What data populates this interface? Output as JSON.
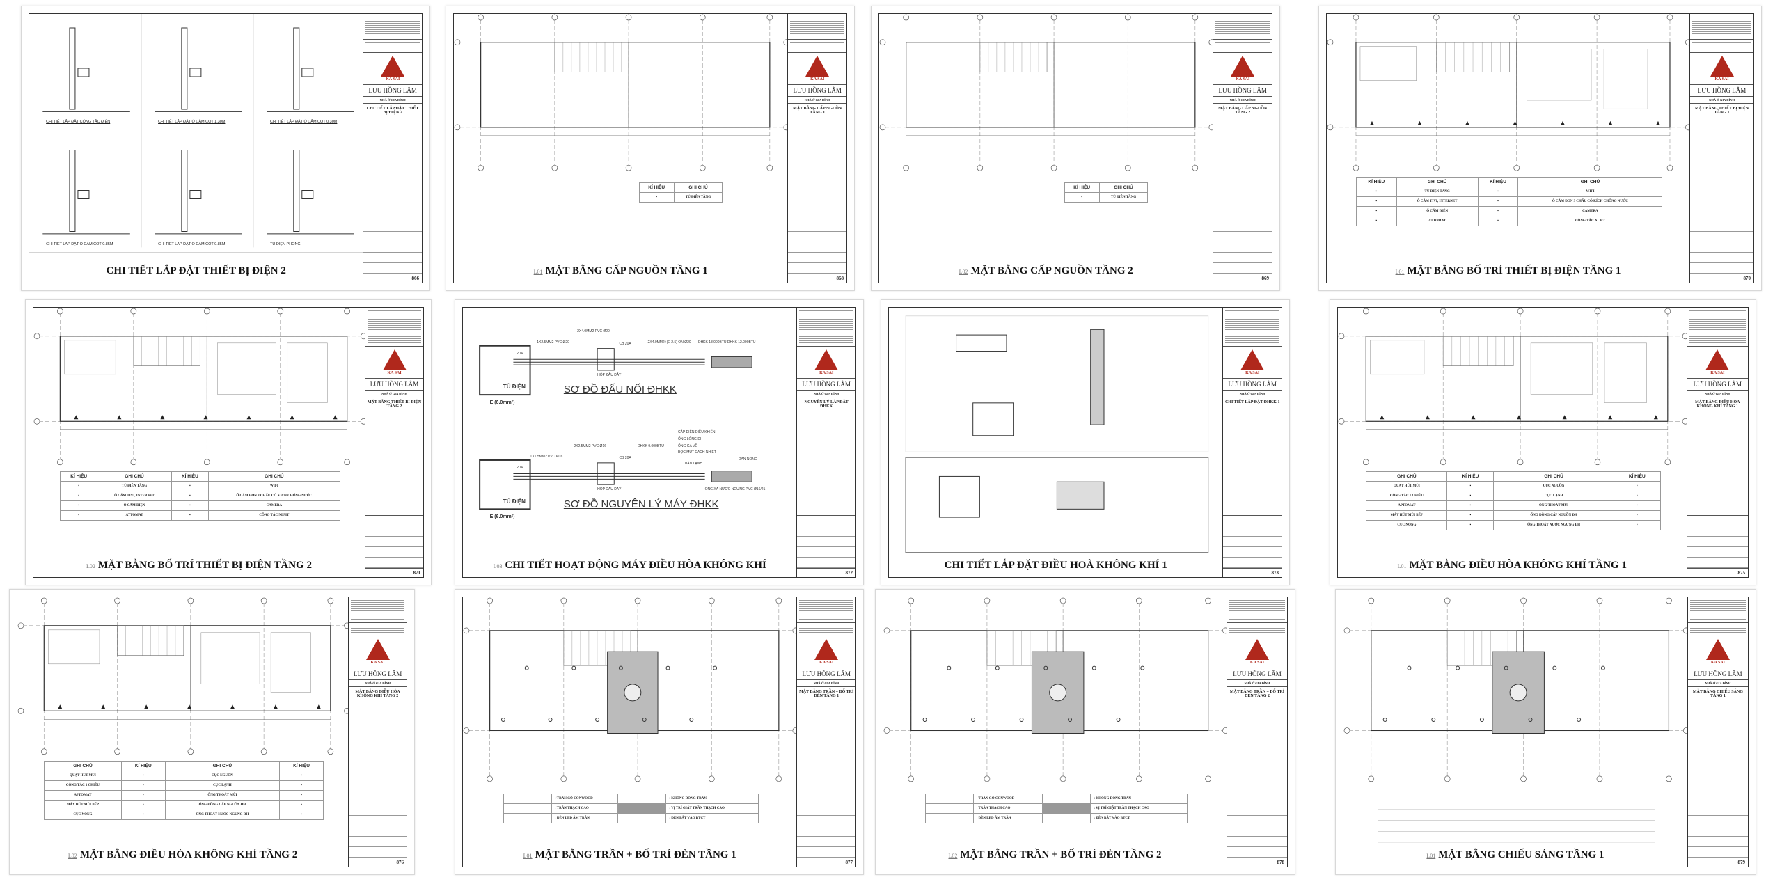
{
  "title_block": {
    "logo": "KA SAI",
    "designer": "LƯU HỒNG LÂM",
    "project": "NHÀ Ở GIA ĐÌNH"
  },
  "sheets": [
    {
      "title": "CHI TIẾT LẮP ĐẶT THIẾT BỊ ĐIỆN 2",
      "tb_title": "CHI TIẾT LẮP ĐẶT THIẾT BỊ ĐIỆN 2",
      "number": "866",
      "kind": "details",
      "ref": "",
      "captions": [
        "CHI TIẾT LẮP ĐẶT CÔNG TẮC ĐIỆN",
        "CHI TIẾT LẮP ĐẶT Ổ CẮM COT 1.30M",
        "CHI TIẾT LẮP ĐẶT Ổ CẮM COT 0.30M",
        "CHI TIẾT LẮP ĐẶT Ổ CẮM COT 0.85M",
        "CHI TIẾT LẮP ĐẶT Ổ CẮM COT 0.85M",
        "TỦ ĐIỆN PHÒNG"
      ]
    },
    {
      "title": "MẶT BẰNG CẤP NGUỒN TẦNG 1",
      "tb_title": "MẶT BẰNG CẤP NGUỒN TẦNG 1",
      "number": "868",
      "kind": "plan",
      "ref": "L01",
      "legend": {
        "headers": [
          "KÍ HIỆU",
          "GHI CHÚ"
        ],
        "rows": [
          [
            "TỦ ĐIỆN TẦNG"
          ]
        ]
      }
    },
    {
      "title": "MẶT BẰNG CẤP NGUỒN TẦNG  2",
      "tb_title": "MẶT BẰNG CẤP NGUỒN TẦNG 2",
      "number": "869",
      "kind": "plan",
      "ref": "L02",
      "legend": {
        "headers": [
          "KÍ HIỆU",
          "GHI CHÚ"
        ],
        "rows": [
          [
            "TỦ ĐIỆN TẦNG"
          ]
        ]
      }
    },
    {
      "title": "MẶT BẰNG BỐ TRÍ THIẾT BỊ ĐIỆN TẦNG 1",
      "tb_title": "MẶT BẰNG THIẾT BỊ ĐIỆN TẦNG 1",
      "number": "870",
      "kind": "plan",
      "ref": "L01",
      "legend": {
        "headers": [
          "KÍ HIỆU",
          "GHI CHÚ",
          "KÍ HIỆU",
          "GHI CHÚ"
        ],
        "rows": [
          [
            "TỦ ĐIỆN TẦNG",
            "WIFI"
          ],
          [
            "Ổ CẮM TIVI, INTERNET",
            "Ổ CẮM ĐƠN 3 CHẤU CÓ KÍCH CHỐNG NƯỚC"
          ],
          [
            "Ổ CẮM ĐIỆN",
            "CAMERA"
          ],
          [
            "ATTOMAT",
            "CÔNG TẮC NLMT"
          ]
        ]
      }
    },
    {
      "title": "MẶT BẰNG BỐ TRÍ THIẾT BỊ ĐIỆN TẦNG 2",
      "tb_title": "MẶT BẰNG THIẾT BỊ ĐIỆN TẦNG 2",
      "number": "871",
      "kind": "plan",
      "ref": "L02",
      "legend": {
        "headers": [
          "KÍ HIỆU",
          "GHI CHÚ",
          "KÍ HIỆU",
          "GHI CHÚ"
        ],
        "rows": [
          [
            "TỦ ĐIỆN TẦNG",
            "WIFI"
          ],
          [
            "Ổ CẮM TIVI, INTERNET",
            "Ổ CẮM ĐƠN 3 CHẤU CÓ KÍCH CHỐNG NƯỚC"
          ],
          [
            "Ổ CẮM ĐIỆN",
            "CAMERA"
          ],
          [
            "ATTOMAT",
            "CÔNG TẮC NLMT"
          ]
        ]
      }
    },
    {
      "title": "CHI TIẾT HOẠT ĐỘNG MÁY ĐIỀU HÒA KHÔNG KHÍ",
      "tb_title": "NGUYÊN LÝ LẮP ĐẶT ĐHKK",
      "number": "872",
      "kind": "ac-diagram",
      "ref": "L03",
      "diagram": {
        "top_title": "SƠ ĐỒ ĐẤU NỐI ĐHKK",
        "bottom_title": "SƠ ĐỒ NGUYÊN LÝ MÁY ĐHKK",
        "panel": "TỦ ĐIỆN",
        "ground": "E (6.0mm²)",
        "breaker": "20A",
        "junction": "HỘP ĐẤU DÂY",
        "cb": "CB 20A",
        "top_labels": [
          "1X2.5MM2 PVC Ø20",
          "2X4.0MM2 PVC Ø20",
          "2X4.0MM2+(E-2.5) ON Ø20",
          "ĐHKK 18.000BTU ĐHKK 12.000BTU"
        ],
        "bottom_labels": [
          "1X1.5MM2 PVC Ø16",
          "2X2.5MM2 PVC Ø16",
          "ĐHKK 9.000BTU",
          "DÀN LẠNH",
          "CÁP ĐIỆN ĐIỀU KHIỂN",
          "ỐNG LỎNG ĐI",
          "ỐNG GA VỀ",
          "BỌC MÚT CÁCH NHIỆT",
          "DÀN NÓNG",
          "ỐNG XẢ NƯỚC NGƯNG PVC Ø16/21"
        ]
      }
    },
    {
      "title": "CHI TIẾT LẮP ĐẶT ĐIỀU HOÀ KHÔNG KHÍ 1",
      "tb_title": "CHI TIẾT LẮP ĐẶT ĐHKK 1",
      "number": "873",
      "kind": "ac-detail",
      "ref": ""
    },
    {
      "title": "MẶT BẰNG ĐIỀU HÒA KHÔNG KHÍ TẦNG 1",
      "tb_title": "MẶT BẰNG ĐIỀU HÒA KHÔNG KHÍ TẦNG 1",
      "number": "875",
      "kind": "plan",
      "ref": "L01",
      "legend": {
        "headers": [
          "GHI CHÚ",
          "KÍ HIỆU",
          "GHI CHÚ",
          "KÍ HIỆU"
        ],
        "rows": [
          [
            "QUẠT HÚT MÙI",
            "CỤC NGUỒN"
          ],
          [
            "CÔNG TẮC 1 CHIỀU",
            "CỤC LẠNH"
          ],
          [
            "APTOMAT",
            "ỐNG THOÁT MÙI"
          ],
          [
            "MÁY HÚT MÙI BẾP",
            "ỐNG ĐỒNG CẤP NGUỒN ĐH"
          ],
          [
            "CỤC NÓNG",
            "ỐNG THOÁT NƯỚC NGƯNG ĐH"
          ]
        ]
      }
    },
    {
      "title": "MẶT BẰNG ĐIỀU HÒA KHÔNG KHÍ TẦNG 2",
      "tb_title": "MẶT BẰNG ĐIỀU HÒA KHÔNG KHÍ TẦNG 2",
      "number": "876",
      "kind": "plan",
      "ref": "L02",
      "legend": {
        "headers": [
          "GHI CHÚ",
          "KÍ HIỆU",
          "GHI CHÚ",
          "KÍ HIỆU"
        ],
        "rows": [
          [
            "QUẠT HÚT MÙI",
            "CỤC NGUỒN"
          ],
          [
            "CÔNG TẮC 1 CHIỀU",
            "CỤC LẠNH"
          ],
          [
            "APTOMAT",
            "ỐNG THOÁT MÙI"
          ],
          [
            "MÁY HÚT MÙI BẾP",
            "ỐNG ĐỒNG CẤP NGUỒN ĐH"
          ],
          [
            "CỤC NÓNG",
            "ỐNG THOÁT NƯỚC NGƯNG ĐH"
          ]
        ]
      }
    },
    {
      "title": "MẶT BẰNG TRẦN + BỐ TRÍ ĐÈN TẦNG 1",
      "tb_title": "MẶT BẰNG TRẦN + BỐ TRÍ ĐÈN TẦNG 1",
      "number": "877",
      "kind": "ceiling",
      "ref": "L01",
      "ceiling_legend": [
        ": TRẦN GỖ CONWOOD",
        ": KHÔNG ĐÓNG TRẦN",
        ": TRẦN THẠCH CAO",
        ": VỊ TRÍ GIẬT TRẦN THẠCH CAO",
        ": ĐÈN LED ÂM TRẦN",
        ": ĐÈN BẮT VÀO BTCT"
      ]
    },
    {
      "title": "MẶT BẰNG TRẦN + BỐ TRÍ ĐÈN TẦNG 2",
      "tb_title": "MẶT BẰNG TRẦN + BỐ TRÍ ĐÈN TẦNG 2",
      "number": "878",
      "kind": "ceiling",
      "ref": "L02",
      "ceiling_legend": [
        ": TRẦN GỖ CONWOOD",
        ": KHÔNG ĐÓNG TRẦN",
        ": TRẦN THẠCH CAO",
        ": VỊ TRÍ GIẬT TRẦN THẠCH CAO",
        ": ĐÈN LED ÂM TRẦN",
        ": ĐÈN BẮT VÀO BTCT"
      ]
    },
    {
      "title": "MẶT BẰNG CHIẾU SÁNG TẦNG 1",
      "tb_title": "MẶT BẰNG CHIẾU SÁNG TẦNG 1",
      "number": "879",
      "kind": "lighting",
      "ref": "L01"
    }
  ],
  "colors": {
    "logo_red": "#b0281c",
    "line": "#333333",
    "axis": "#777777"
  }
}
